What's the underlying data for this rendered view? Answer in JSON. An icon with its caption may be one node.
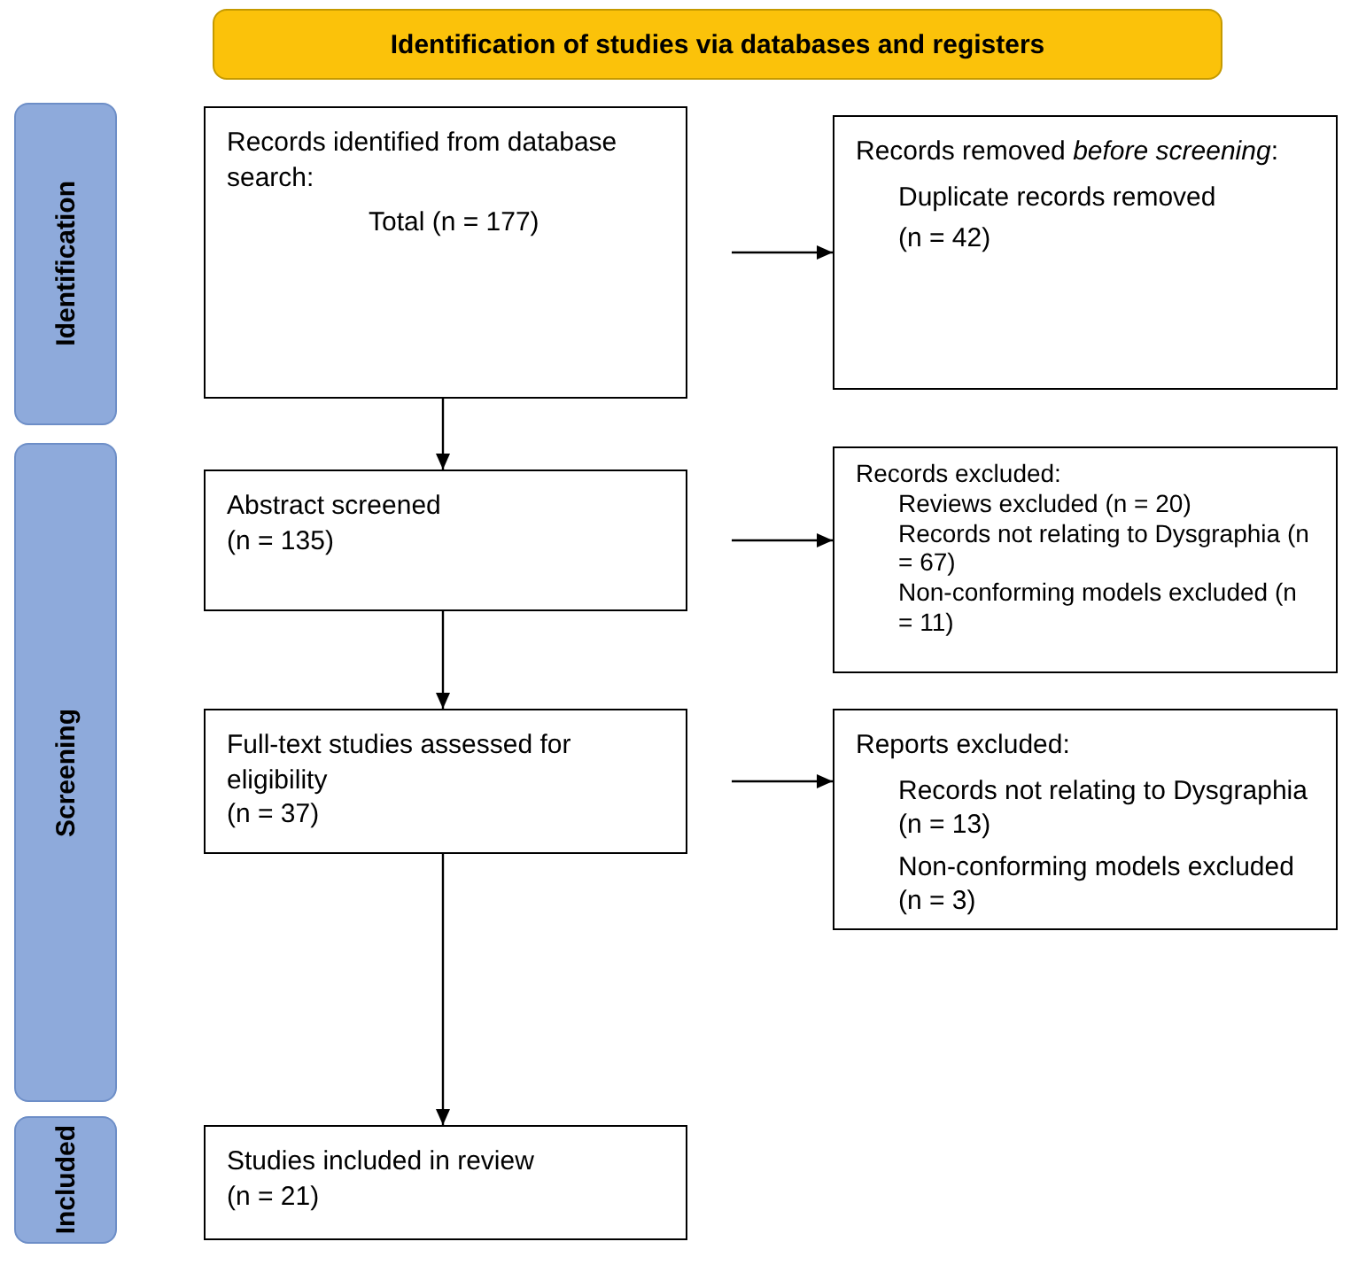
{
  "diagram": {
    "nodes": [
      {
        "text": [
          "Identification of studies via databases and registers"
        ]
      },
      {
        "text": [
          "Identification"
        ]
      },
      {
        "text": [
          "Screening"
        ]
      },
      {
        "text": [
          "Included"
        ]
      },
      {
        "text": [
          "Records identified from database search:",
          "Total (n = 177)"
        ]
      },
      {
        "text": [
          "Records removed *before screening*:",
          "Duplicate records removed",
          "(n = 42)"
        ]
      },
      {
        "text": [
          "Abstract screened",
          "(n = 135)"
        ]
      },
      {
        "text": [
          "Records excluded:",
          "Reviews excluded (n = 20)",
          "Records not relating to Dysgraphia (n = 67)",
          "Non-conforming models excluded (n = 11)"
        ]
      },
      {
        "text": [
          "Full-text studies assessed for eligibility",
          "(n = 37)"
        ]
      },
      {
        "text": [
          "Reports excluded:",
          "Records not relating to Dysgraphia (n = 13)",
          "Non-conforming models excluded (n = 3)"
        ]
      },
      {
        "text": [
          "Studies included in review",
          "(n = 21)"
        ]
      }
    ],
    "edges": [
      {
        "from": 4,
        "to": 5,
        "arrow": "to"
      },
      {
        "from": 4,
        "to": 6,
        "arrow": "to"
      },
      {
        "from": 6,
        "to": 7,
        "arrow": "to"
      },
      {
        "from": 6,
        "to": 8,
        "arrow": "to"
      },
      {
        "from": 8,
        "to": 9,
        "arrow": "to"
      },
      {
        "from": 8,
        "to": 10,
        "arrow": "to"
      }
    ]
  }
}
